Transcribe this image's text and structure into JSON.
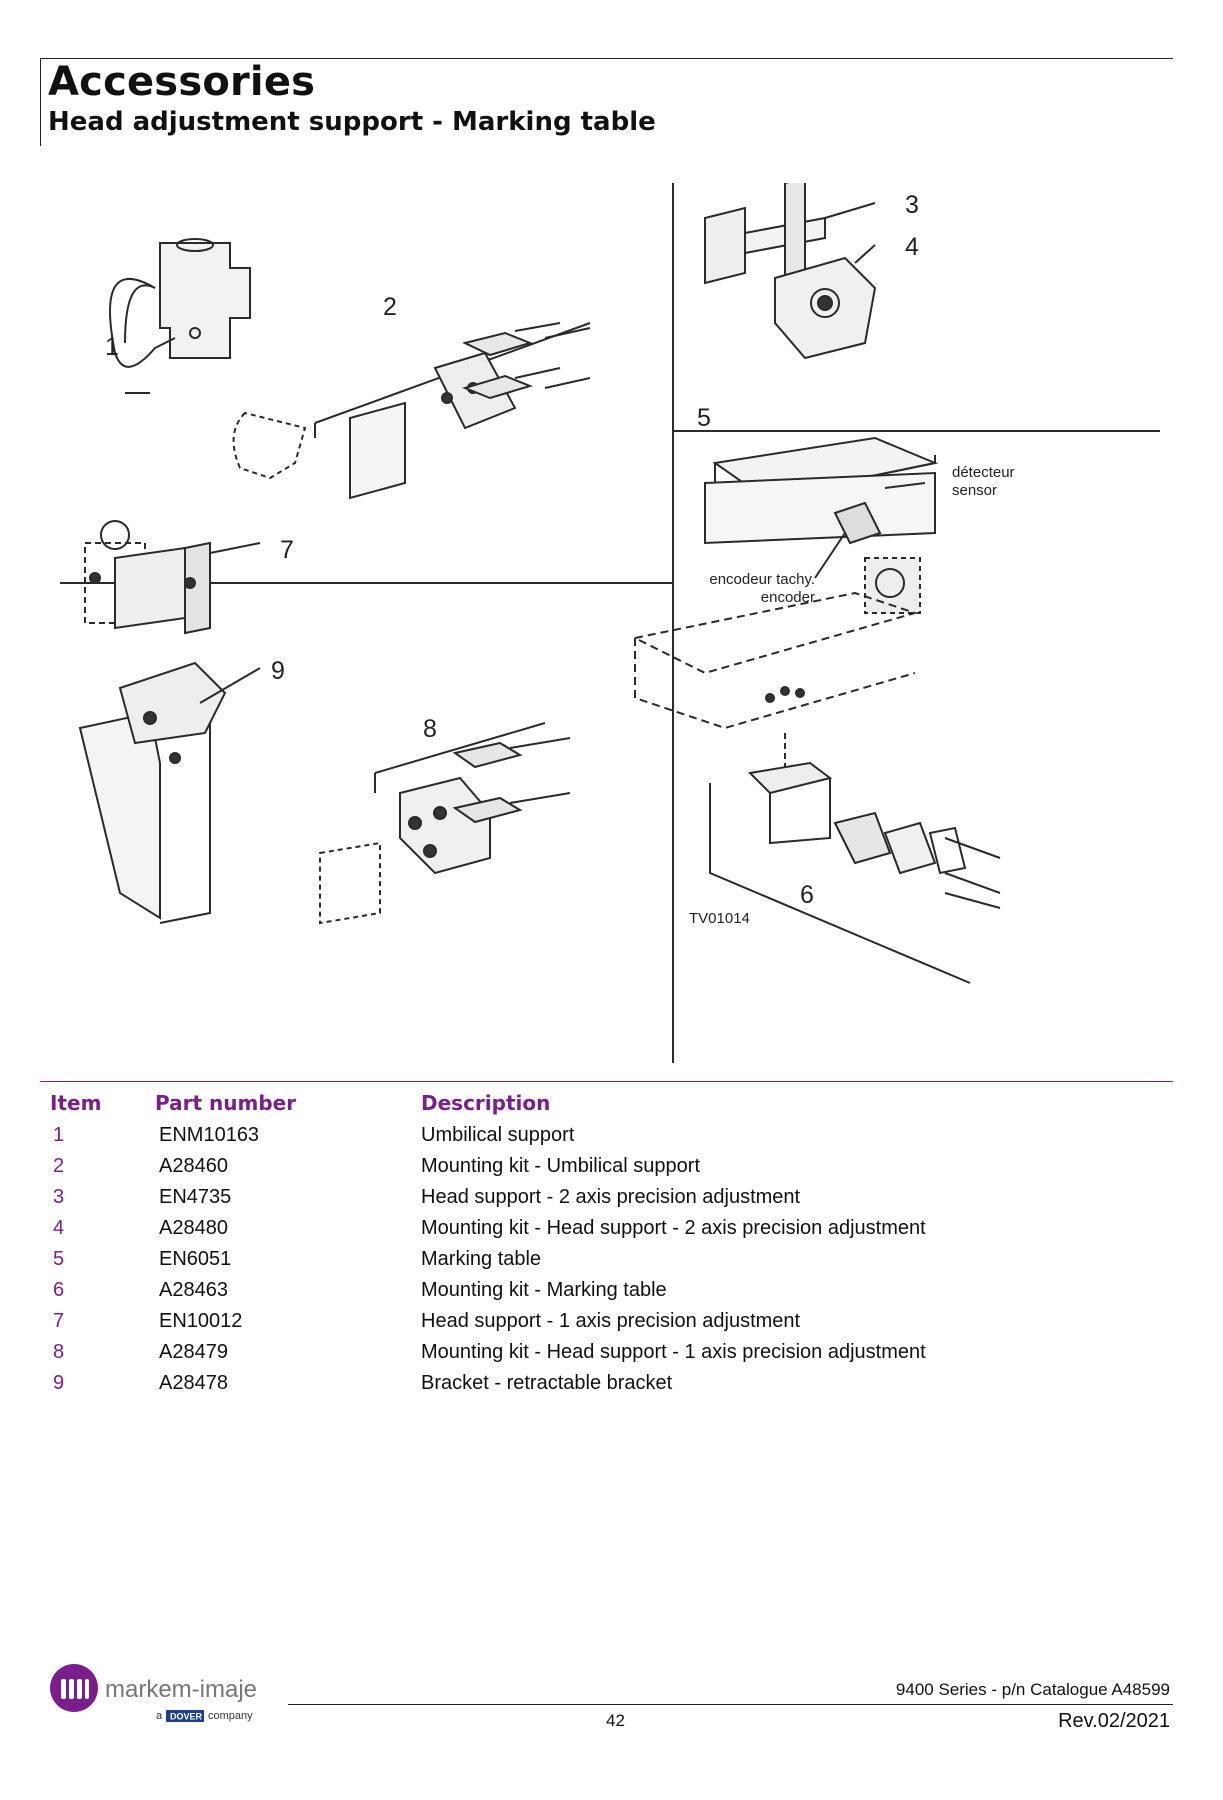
{
  "header": {
    "title": "Accessories",
    "subtitle": "Head adjustment support - Marking table"
  },
  "figure": {
    "callouts": [
      "1",
      "2",
      "3",
      "4",
      "5",
      "6",
      "7",
      "8",
      "9"
    ],
    "sensor_label_fr": "détecteur",
    "sensor_label_en": "sensor",
    "encoder_label_fr": "encodeur tachy.",
    "encoder_label_en": "encoder",
    "figure_code": "TV01014"
  },
  "table": {
    "headers": {
      "item": "Item",
      "part": "Part number",
      "description": "Description"
    },
    "rows": [
      {
        "item": "1",
        "part": "ENM10163",
        "description": "Umbilical support"
      },
      {
        "item": "2",
        "part": "A28460",
        "description": "Mounting kit - Umbilical support"
      },
      {
        "item": "3",
        "part": "EN4735",
        "description": "Head support - 2 axis precision adjustment"
      },
      {
        "item": "4",
        "part": "A28480",
        "description": "Mounting kit - Head support - 2 axis precision adjustment"
      },
      {
        "item": "5",
        "part": "EN6051",
        "description": "Marking table"
      },
      {
        "item": "6",
        "part": "A28463",
        "description": "Mounting kit - Marking table"
      },
      {
        "item": "7",
        "part": "EN10012",
        "description": "Head support - 1 axis precision adjustment"
      },
      {
        "item": "8",
        "part": "A28479",
        "description": "Mounting kit - Head support - 1 axis precision adjustment"
      },
      {
        "item": "9",
        "part": "A28478",
        "description": "Bracket - retractable bracket"
      }
    ]
  },
  "logo": {
    "brand": "markem-imaje",
    "tagline_a": "a",
    "tagline_dover": "DOVER",
    "tagline_company": "company"
  },
  "footer": {
    "series": "9400 Series - p/n Catalogue A48599",
    "page": "42",
    "revision": "Rev.02/2021"
  },
  "colors": {
    "accent": "#7a1e8c",
    "text": "#111111",
    "line": "#222222"
  }
}
